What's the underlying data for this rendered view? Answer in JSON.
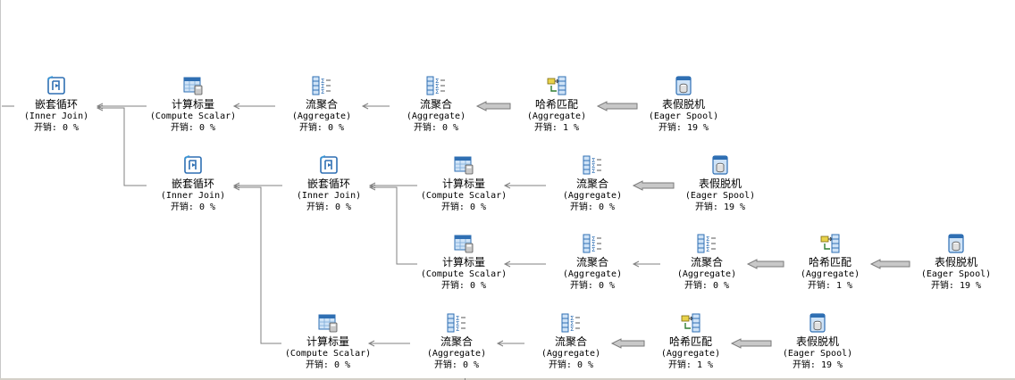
{
  "cost_label": "开销:",
  "nodes": [
    {
      "id": "nl_root",
      "icon": "nested-loops-icon",
      "name": "嵌套循环",
      "op": "(Inner Join)",
      "cost": "0 %"
    },
    {
      "id": "cs_r1",
      "icon": "compute-scalar-icon",
      "name": "计算标量",
      "op": "(Compute Scalar)",
      "cost": "0 %"
    },
    {
      "id": "agg_r1a",
      "icon": "stream-aggregate-icon",
      "name": "流聚合",
      "op": "(Aggregate)",
      "cost": "0 %"
    },
    {
      "id": "agg_r1b",
      "icon": "stream-aggregate-icon",
      "name": "流聚合",
      "op": "(Aggregate)",
      "cost": "0 %"
    },
    {
      "id": "hash_r1",
      "icon": "hash-match-icon",
      "name": "哈希匹配",
      "op": "(Aggregate)",
      "cost": "1 %"
    },
    {
      "id": "spool_r1",
      "icon": "eager-spool-icon",
      "name": "表假脱机",
      "op": "(Eager Spool)",
      "cost": "19 %"
    },
    {
      "id": "nl_r2a",
      "icon": "nested-loops-icon",
      "name": "嵌套循环",
      "op": "(Inner Join)",
      "cost": "0 %"
    },
    {
      "id": "nl_r2b",
      "icon": "nested-loops-icon",
      "name": "嵌套循环",
      "op": "(Inner Join)",
      "cost": "0 %"
    },
    {
      "id": "cs_r2",
      "icon": "compute-scalar-icon",
      "name": "计算标量",
      "op": "(Compute Scalar)",
      "cost": "0 %"
    },
    {
      "id": "agg_r2",
      "icon": "stream-aggregate-icon",
      "name": "流聚合",
      "op": "(Aggregate)",
      "cost": "0 %"
    },
    {
      "id": "spool_r2",
      "icon": "eager-spool-icon",
      "name": "表假脱机",
      "op": "(Eager Spool)",
      "cost": "19 %"
    },
    {
      "id": "cs_r3",
      "icon": "compute-scalar-icon",
      "name": "计算标量",
      "op": "(Compute Scalar)",
      "cost": "0 %"
    },
    {
      "id": "agg_r3a",
      "icon": "stream-aggregate-icon",
      "name": "流聚合",
      "op": "(Aggregate)",
      "cost": "0 %"
    },
    {
      "id": "agg_r3b",
      "icon": "stream-aggregate-icon",
      "name": "流聚合",
      "op": "(Aggregate)",
      "cost": "0 %"
    },
    {
      "id": "hash_r3",
      "icon": "hash-match-icon",
      "name": "哈希匹配",
      "op": "(Aggregate)",
      "cost": "1 %"
    },
    {
      "id": "spool_r3",
      "icon": "eager-spool-icon",
      "name": "表假脱机",
      "op": "(Eager Spool)",
      "cost": "19 %"
    },
    {
      "id": "cs_r4",
      "icon": "compute-scalar-icon",
      "name": "计算标量",
      "op": "(Compute Scalar)",
      "cost": "0 %"
    },
    {
      "id": "agg_r4a",
      "icon": "stream-aggregate-icon",
      "name": "流聚合",
      "op": "(Aggregate)",
      "cost": "0 %"
    },
    {
      "id": "agg_r4b",
      "icon": "stream-aggregate-icon",
      "name": "流聚合",
      "op": "(Aggregate)",
      "cost": "0 %"
    },
    {
      "id": "hash_r4",
      "icon": "hash-match-icon",
      "name": "哈希匹配",
      "op": "(Aggregate)",
      "cost": "1 %"
    },
    {
      "id": "spool_r4",
      "icon": "eager-spool-icon",
      "name": "表假脱机",
      "op": "(Eager Spool)",
      "cost": "19 %"
    }
  ],
  "edges": [
    {
      "from": "cs_r1",
      "to": "nl_root",
      "thick": false
    },
    {
      "from": "agg_r1a",
      "to": "cs_r1",
      "thick": false
    },
    {
      "from": "agg_r1b",
      "to": "agg_r1a",
      "thick": false
    },
    {
      "from": "hash_r1",
      "to": "agg_r1b",
      "thick": true
    },
    {
      "from": "spool_r1",
      "to": "hash_r1",
      "thick": true
    },
    {
      "from": "nl_r2a",
      "to": "nl_root",
      "thick": false
    },
    {
      "from": "nl_r2b",
      "to": "nl_r2a",
      "thick": false
    },
    {
      "from": "cs_r2",
      "to": "nl_r2b",
      "thick": false
    },
    {
      "from": "agg_r2",
      "to": "cs_r2",
      "thick": false
    },
    {
      "from": "spool_r2",
      "to": "agg_r2",
      "thick": true
    },
    {
      "from": "cs_r3",
      "to": "nl_r2b",
      "thick": false
    },
    {
      "from": "agg_r3a",
      "to": "cs_r3",
      "thick": false
    },
    {
      "from": "agg_r3b",
      "to": "agg_r3a",
      "thick": false
    },
    {
      "from": "hash_r3",
      "to": "agg_r3b",
      "thick": true
    },
    {
      "from": "spool_r3",
      "to": "hash_r3",
      "thick": true
    },
    {
      "from": "cs_r4",
      "to": "nl_r2a",
      "thick": false
    },
    {
      "from": "agg_r4a",
      "to": "cs_r4",
      "thick": false
    },
    {
      "from": "agg_r4b",
      "to": "agg_r4a",
      "thick": false
    },
    {
      "from": "hash_r4",
      "to": "agg_r4b",
      "thick": true
    },
    {
      "from": "spool_r4",
      "to": "hash_r4",
      "thick": true
    }
  ],
  "colors": {
    "edge": "#808080",
    "thick_arrow_fill": "#c8c8c8",
    "thick_arrow_stroke": "#7a7a7a",
    "icon_blue": "#2f6fb3",
    "icon_light": "#cfe3f7"
  }
}
